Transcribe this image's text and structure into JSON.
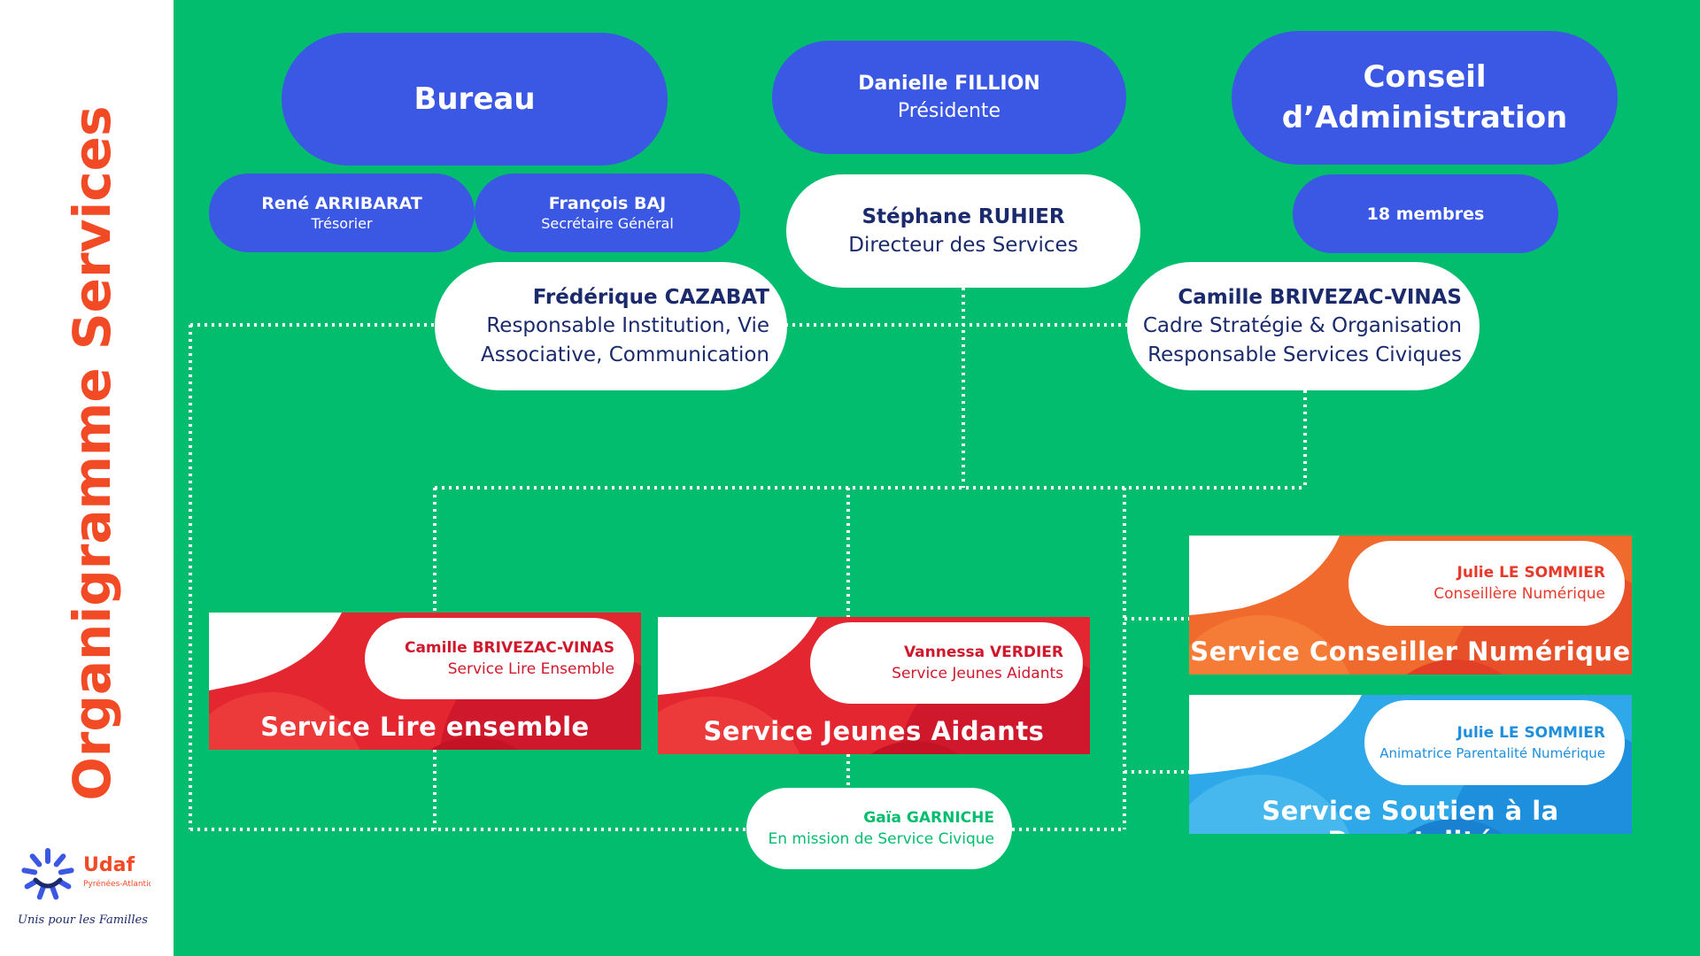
{
  "title": "Organigramme Services",
  "colors": {
    "green": "#02bd6e",
    "blue": "#3b58e4",
    "navy": "#1a2a6c",
    "orange_red": "#f24a24",
    "red": "#e3262f",
    "orange": "#f06a2e",
    "light_blue": "#2ea8e8"
  },
  "bureau": {
    "label": "Bureau"
  },
  "presidente": {
    "name": "Danielle FILLION",
    "role": "Présidente"
  },
  "conseil": {
    "line1": "Conseil",
    "line2": "d’Administration"
  },
  "tresorier": {
    "name": "René ARRIBARAT",
    "role": "Trésorier"
  },
  "secretaire": {
    "name": "François BAJ",
    "role": "Secrétaire Général"
  },
  "directeur": {
    "name": "Stéphane RUHIER",
    "role": "Directeur des Services"
  },
  "membres": {
    "label": "18 membres"
  },
  "responsable_institution": {
    "name": "Frédérique CAZABAT",
    "role_line1": "Responsable Institution, Vie",
    "role_line2": "Associative, Communication"
  },
  "cadre_strategie": {
    "name": "Camille BRIVEZAC-VINAS",
    "role_line1": "Cadre Stratégie & Organisation",
    "role_line2": "Responsable Services Civiques"
  },
  "services": [
    {
      "title": "Service Lire ensemble",
      "person": "Camille BRIVEZAC-VINAS",
      "role": "Service Lire Ensemble",
      "accent": "#d0182c"
    },
    {
      "title": "Service Jeunes Aidants",
      "person": "Vannessa VERDIER",
      "role": "Service Jeunes Aidants",
      "accent": "#d0182c"
    },
    {
      "title": "Service Conseiller Numérique",
      "person": "Julie LE SOMMIER",
      "role": "Conseillère Numérique",
      "accent": "#e8382a"
    },
    {
      "title": "Service Soutien à la Parentalité",
      "person": "Julie LE SOMMIER",
      "role": "Animatrice Parentalité Numérique",
      "accent": "#1e8fdc"
    }
  ],
  "service_civique": {
    "name": "Gaïa GARNICHE",
    "role": "En mission de Service Civique"
  },
  "logo": {
    "brand": "Udaf",
    "region": "Pyrénées-Atlantiques",
    "tagline": "Unis pour les Familles"
  }
}
